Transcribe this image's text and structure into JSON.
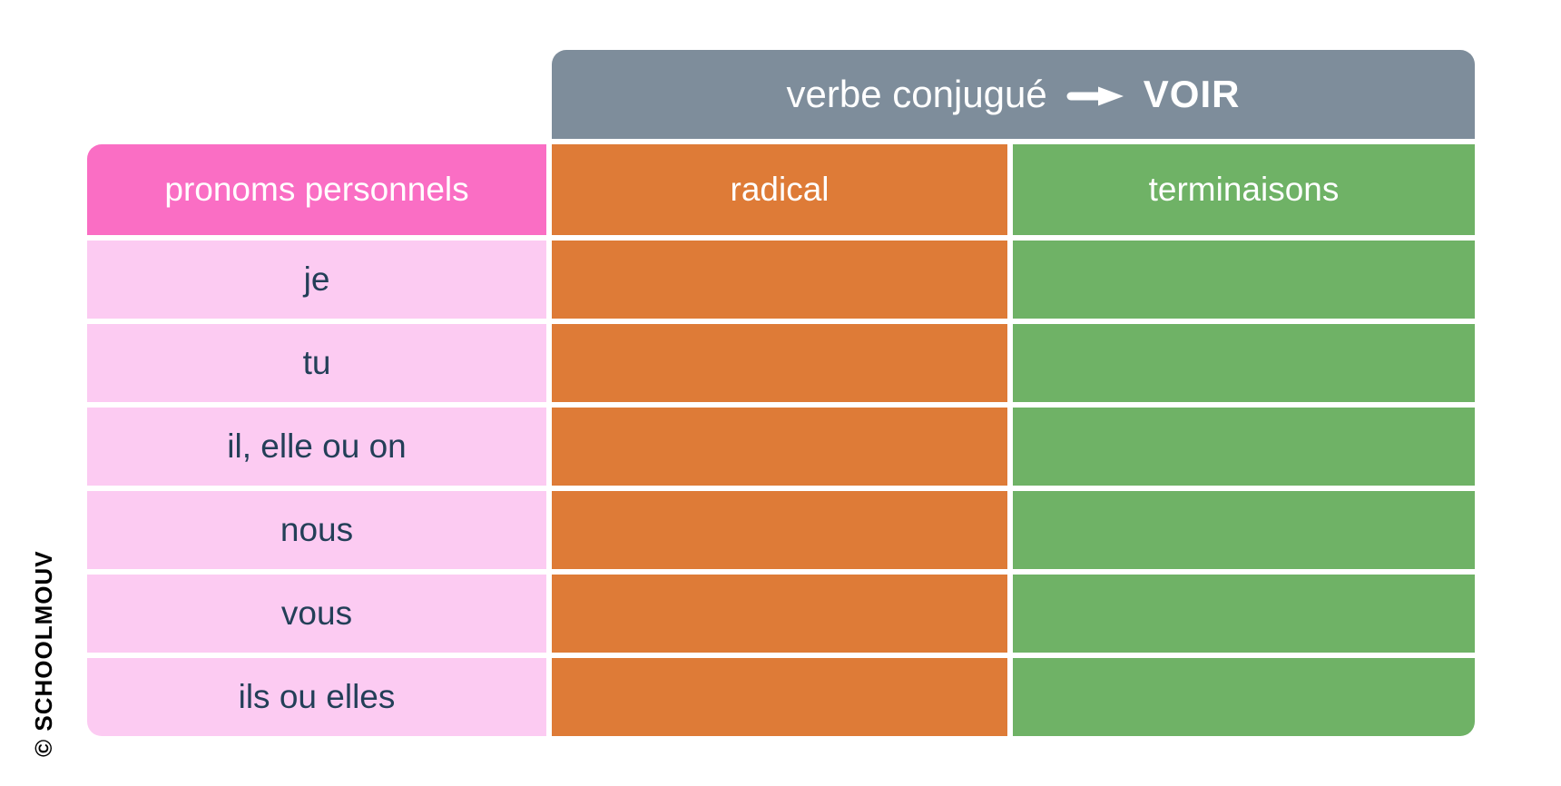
{
  "title_bar": {
    "label": "verbe conjugué",
    "verb": "VOIR",
    "arrow_icon": "right-arrow"
  },
  "columns": [
    {
      "label": "pronoms personnels",
      "color": "#FA6EC4"
    },
    {
      "label": "radical",
      "color": "#DE7B37"
    },
    {
      "label": "terminaisons",
      "color": "#6FB266"
    }
  ],
  "rows": [
    {
      "pronoun": "je",
      "radical": "",
      "terminaison": ""
    },
    {
      "pronoun": "tu",
      "radical": "",
      "terminaison": ""
    },
    {
      "pronoun": "il, elle ou on",
      "radical": "",
      "terminaison": ""
    },
    {
      "pronoun": "nous",
      "radical": "",
      "terminaison": ""
    },
    {
      "pronoun": "vous",
      "radical": "",
      "terminaison": ""
    },
    {
      "pronoun": "ils ou elles",
      "radical": "",
      "terminaison": ""
    }
  ],
  "watermark": {
    "text": "© SCHOOLMOUV"
  },
  "colors": {
    "title_bar_bg": "#7E8D9B",
    "pronoun_header_bg": "#FA6EC4",
    "pronoun_cell_bg": "#FCCBF2",
    "radical_bg": "#DE7B37",
    "terminaison_bg": "#6FB266",
    "cell_text": "#233F58",
    "header_text": "#FFFFFF",
    "watermark_text": "#000000",
    "background": "#FFFFFF"
  }
}
